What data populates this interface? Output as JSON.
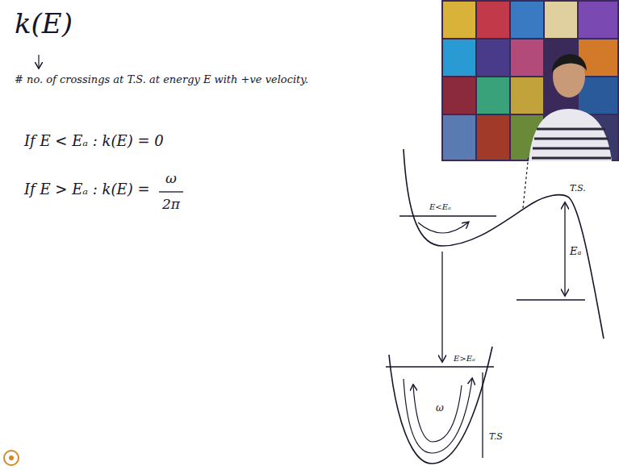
{
  "diagram": {
    "title": "k(E)",
    "labels": [
      "# no. of crossings at T.S. at energy E with +ve velocity.",
      "If E < Eₐ : k(E) = 0",
      "If E > Eₐ : k(E) =",
      "ω",
      "2π",
      "E<Eₐ",
      "T.S.",
      "Eₐ",
      "E>Eₐ",
      "ω",
      "T.S"
    ]
  }
}
